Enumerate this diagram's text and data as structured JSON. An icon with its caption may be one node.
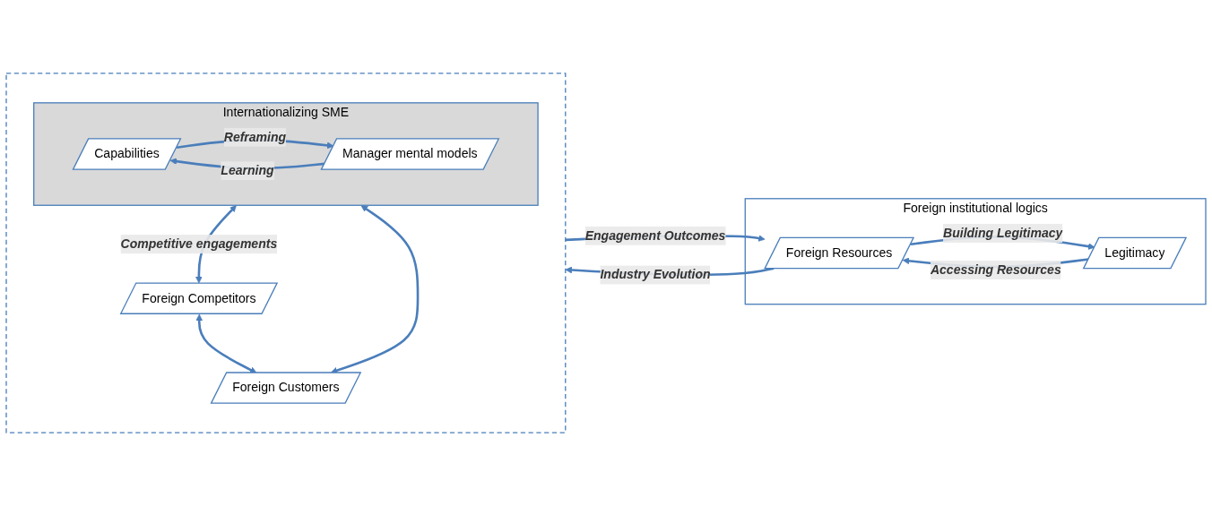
{
  "diagram": {
    "nodes": [
      {
        "text": [
          "Foreign institutional logics"
        ]
      },
      {
        "text": [],
        "shape": "box"
      },
      {
        "text": [
          "Internationalizing SME"
        ],
        "in": 1
      },
      {
        "text": [
          "Capabilities"
        ],
        "in": 2
      },
      {
        "text": [
          "Manager mental models"
        ],
        "in": 2
      },
      {
        "text": [
          "Foreign Competitors"
        ],
        "in": 1
      },
      {
        "text": [
          "Foreign Customers"
        ],
        "in": 1
      },
      {
        "text": [
          "Foreign Resources"
        ],
        "in": 0
      },
      {
        "text": [
          "Legitimacy"
        ],
        "in": 0
      }
    ],
    "edges": [
      {
        "from": 3,
        "to": 4,
        "arrow": "to",
        "label": "Reframing"
      },
      {
        "from": 4,
        "to": 3,
        "arrow": "to",
        "label": "Learning"
      },
      {
        "from": 2,
        "to": 5,
        "arrow": "both",
        "label": "Competitive engagements"
      },
      {
        "from": 2,
        "to": 6,
        "arrow": "both"
      },
      {
        "from": 5,
        "to": 6,
        "arrow": "both"
      },
      {
        "from": 1,
        "to": 7,
        "arrow": "to",
        "label": "Engagement Outcomes"
      },
      {
        "from": 8,
        "to": 7,
        "arrow": "to",
        "label": "Accessing Resources"
      },
      {
        "from": 7,
        "to": 8,
        "arrow": "to",
        "label": "Building Legitimacy"
      },
      {
        "from": 7,
        "to": 1,
        "arrow": "to",
        "label": "Industry Evolution"
      }
    ]
  }
}
